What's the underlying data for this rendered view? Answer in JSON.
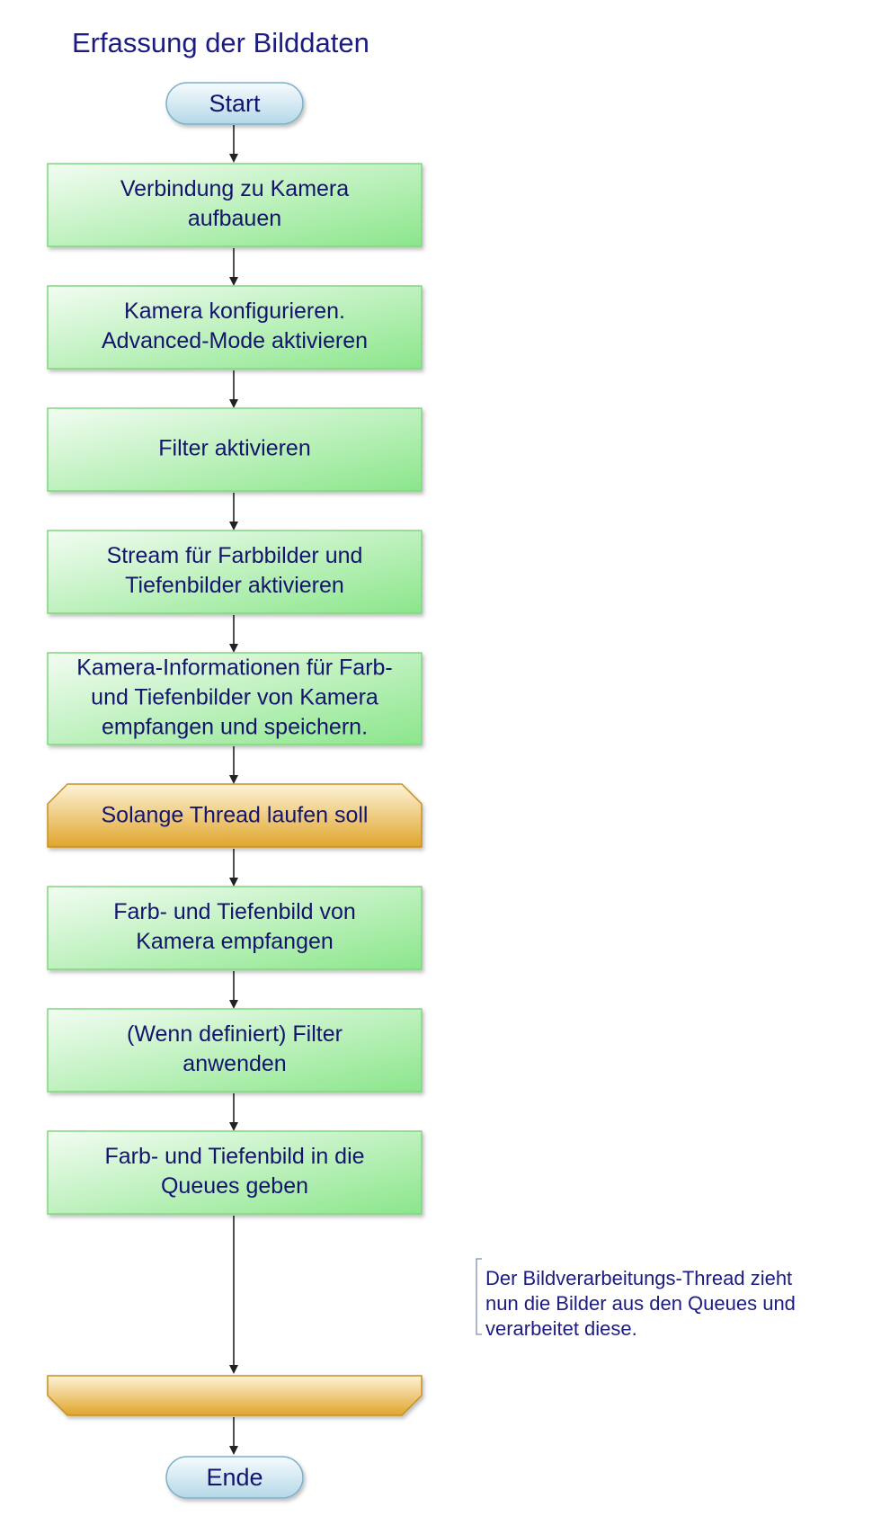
{
  "title": "Erfassung der Bilddaten",
  "nodes": {
    "start": "Start",
    "connect": [
      "Verbindung zu Kamera",
      "aufbauen"
    ],
    "configure": [
      "Kamera konfigurieren.",
      "Advanced-Mode aktivieren"
    ],
    "filter": [
      "Filter aktivieren"
    ],
    "stream": [
      "Stream für Farbbilder und",
      "Tiefenbilder aktivieren"
    ],
    "info": [
      "Kamera-Informationen für Farb-",
      "und Tiefenbilder von Kamera",
      "empfangen und speichern."
    ],
    "loop_start": [
      "Solange Thread laufen soll"
    ],
    "receive": [
      "Farb- und Tiefenbild von",
      "Kamera empfangen"
    ],
    "apply_filter": [
      "(Wenn definiert) Filter",
      "anwenden"
    ],
    "queue": [
      "Farb- und Tiefenbild in die",
      "Queues geben"
    ],
    "loop_end": [],
    "end": "Ende"
  },
  "annotation": [
    "Der Bildverarbeitungs-Thread zieht",
    "nun die Bilder aus den Queues und",
    "verarbeitet diese."
  ],
  "colors": {
    "process_fill_top": "#f0fbf0",
    "process_fill_bottom": "#8fe88f",
    "process_stroke": "#7fd67f",
    "loop_fill_top": "#fdf0d0",
    "loop_fill_bottom": "#e0a830",
    "loop_stroke": "#c89020",
    "terminal_fill_top": "#f2f8fb",
    "terminal_fill_bottom": "#b8dcec",
    "terminal_stroke": "#7fb0c8",
    "text": "#14146e",
    "connector": "#222222"
  }
}
